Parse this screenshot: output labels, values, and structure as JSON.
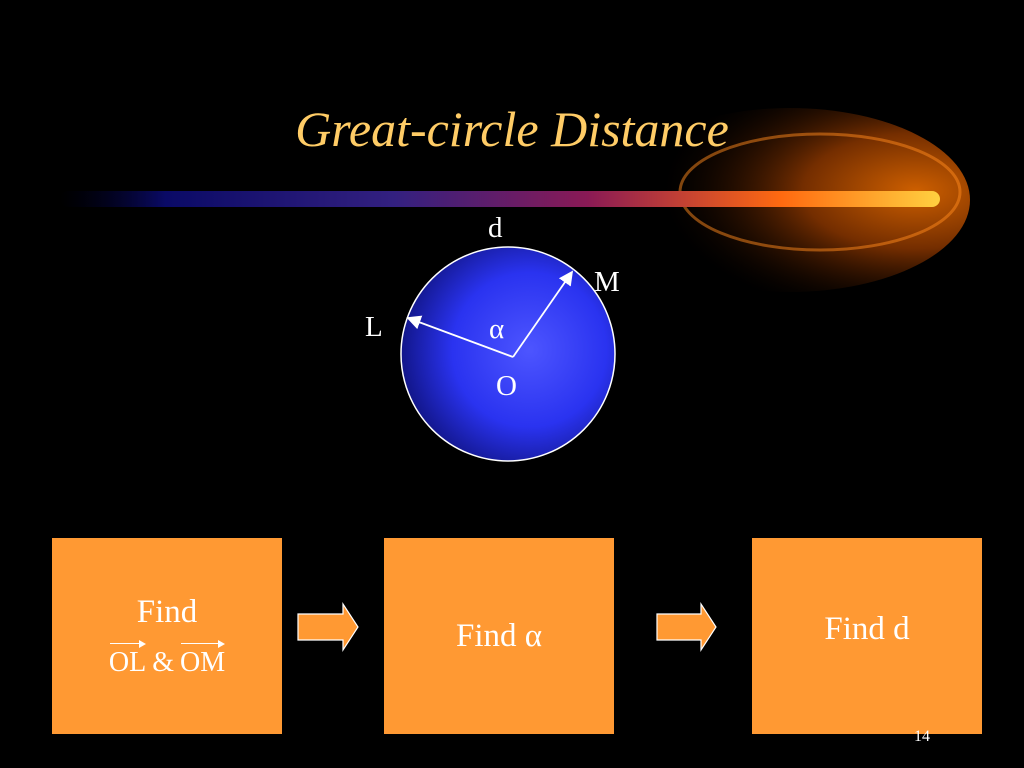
{
  "slide": {
    "title": "Great-circle Distance",
    "page_number": "14"
  },
  "diagram": {
    "label_d": "d",
    "label_M": "M",
    "label_L": "L",
    "label_alpha": "α",
    "label_O": "O"
  },
  "steps": [
    {
      "text": "Find",
      "vector_1": "OL",
      "joiner": "&",
      "vector_2": "OM"
    },
    {
      "text": "Find α"
    },
    {
      "text": "Find d"
    }
  ],
  "colors": {
    "title": "#ffcc66",
    "box_fill": "#ff9933",
    "sphere_fill": "#2a33ff",
    "background": "#000000"
  }
}
